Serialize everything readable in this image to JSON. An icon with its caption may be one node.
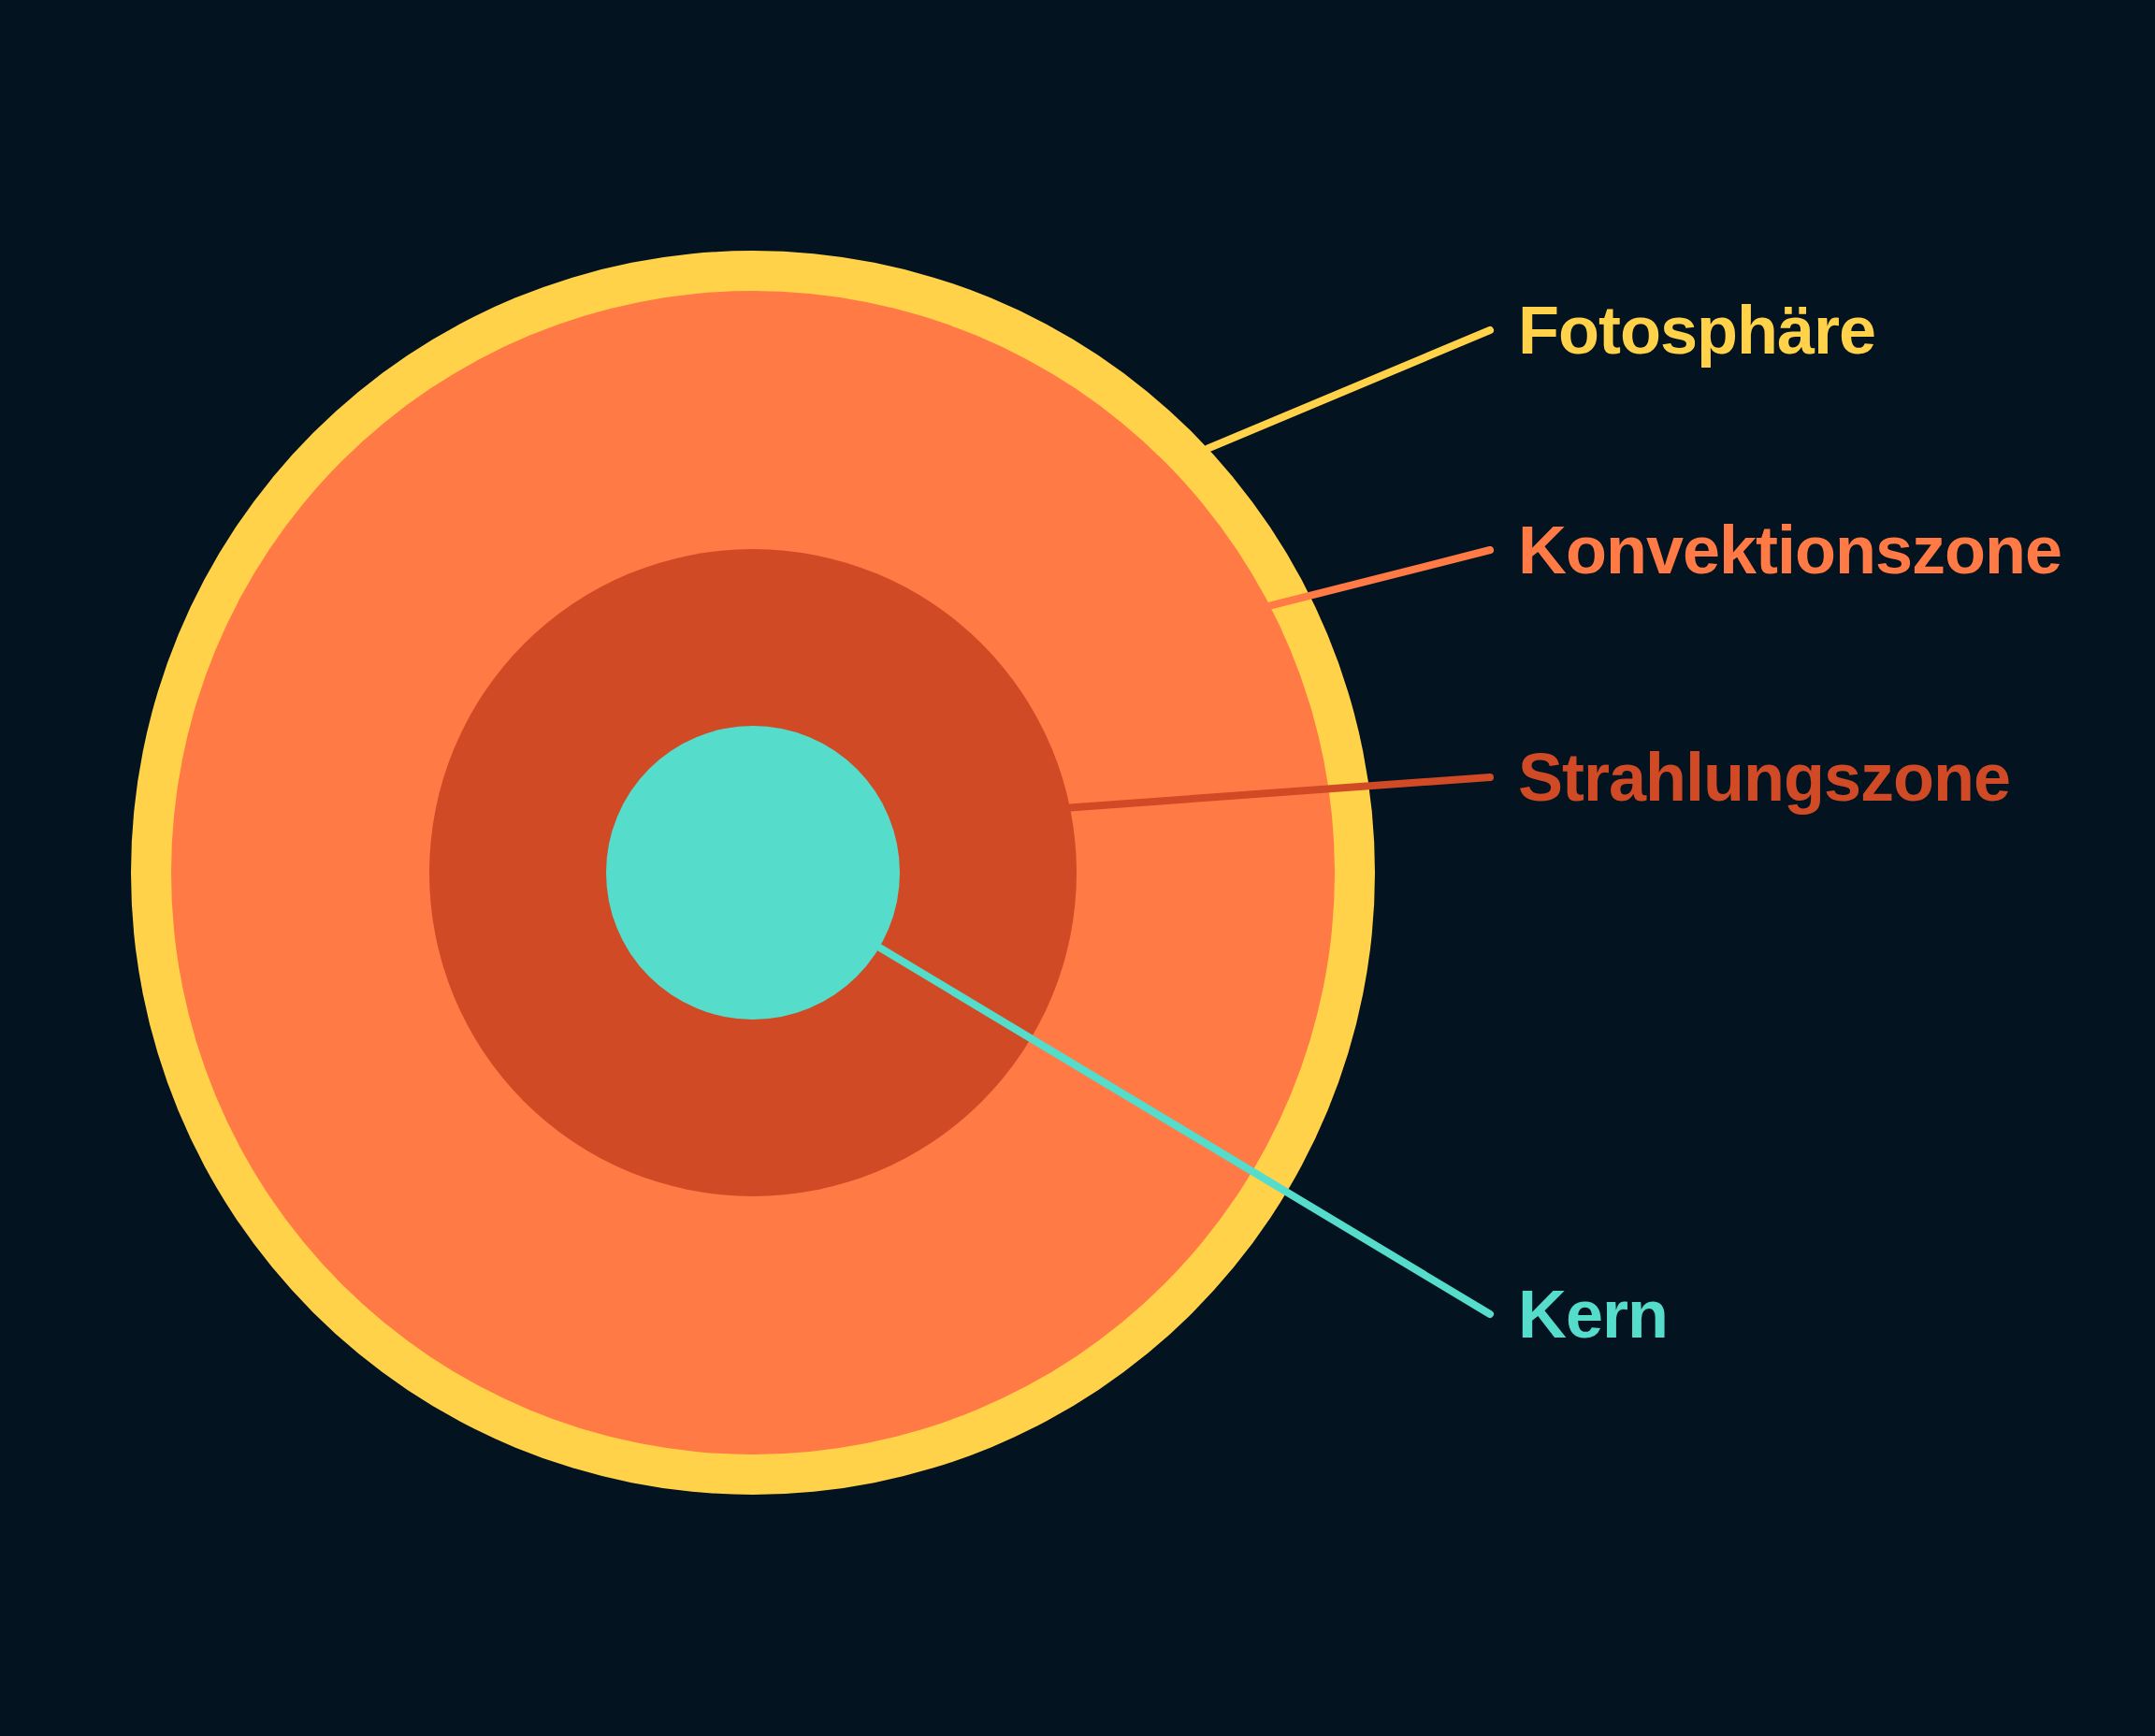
{
  "diagram": {
    "nodes": [
      {
        "text": [
          "Fotosphäre"
        ]
      },
      {
        "text": [
          "Konvektionszone"
        ]
      },
      {
        "text": [
          "Strahlungszone"
        ]
      },
      {
        "text": [
          "Kern"
        ]
      },
      {
        "text": [],
        "shape": "circle"
      },
      {
        "text": [],
        "shape": "circle",
        "in": 4
      },
      {
        "text": [],
        "shape": "circle",
        "in": 5
      },
      {
        "text": [],
        "shape": "circle",
        "in": 6
      }
    ],
    "edges": [
      {
        "from": 0,
        "to": 4,
        "arrow": "none",
        "color": "#ffd24a"
      },
      {
        "from": 1,
        "to": 5,
        "arrow": "none",
        "color": "#ff7a45"
      },
      {
        "from": 2,
        "to": 6,
        "arrow": "none",
        "color": "#d04a26"
      },
      {
        "from": 3,
        "to": 7,
        "arrow": "none",
        "color": "#55dccb"
      }
    ]
  }
}
